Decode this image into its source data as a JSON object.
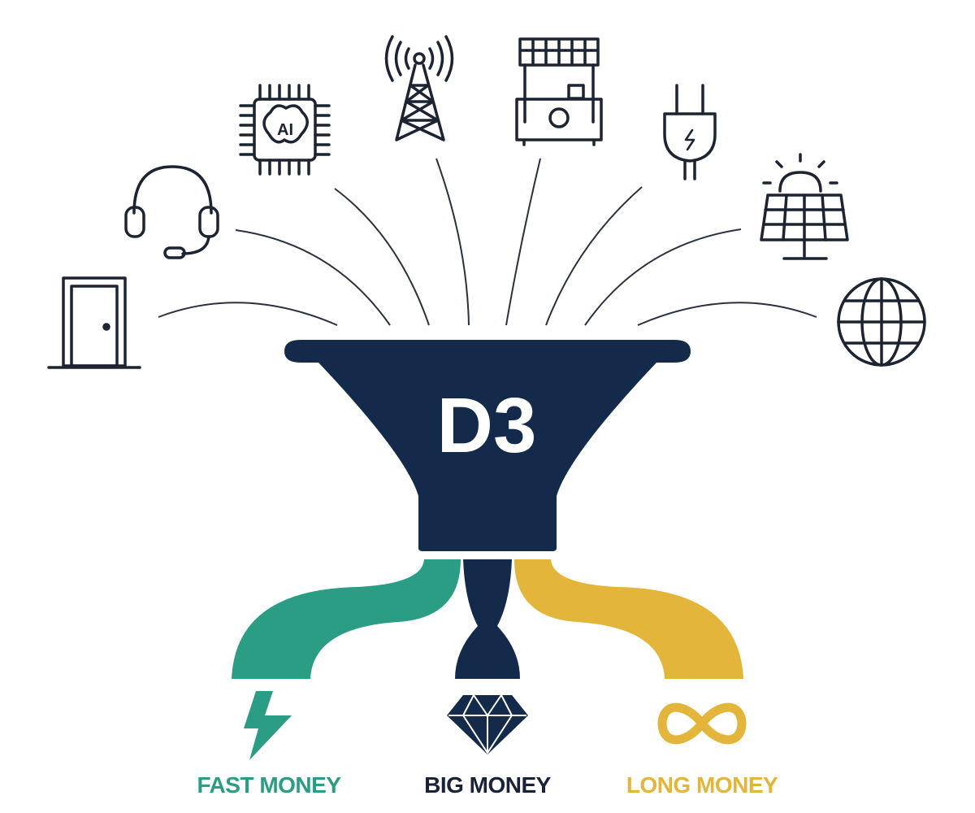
{
  "funnel": {
    "label": "D3"
  },
  "outputs": [
    {
      "label": "FAST MONEY",
      "icon": "lightning-bolt-icon",
      "color": "#2a9d84"
    },
    {
      "label": "BIG MONEY",
      "icon": "diamond-icon",
      "color": "#142a4a"
    },
    {
      "label": "LONG MONEY",
      "icon": "infinity-icon",
      "color": "#e3b53a"
    }
  ],
  "inputs": [
    {
      "icon": "door-icon"
    },
    {
      "icon": "headset-icon"
    },
    {
      "icon": "ai-chip-icon",
      "text": "AI"
    },
    {
      "icon": "radio-tower-icon"
    },
    {
      "icon": "market-stall-icon"
    },
    {
      "icon": "power-plug-icon"
    },
    {
      "icon": "solar-panel-icon"
    },
    {
      "icon": "globe-icon"
    }
  ]
}
